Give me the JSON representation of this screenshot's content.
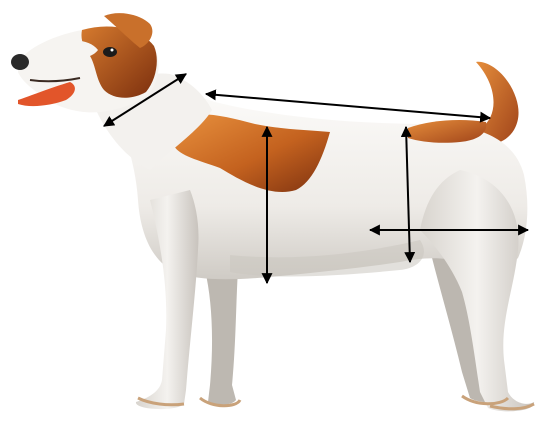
{
  "figure": {
    "subject": "dog-measurement-diagram",
    "colors": {
      "background": "#ffffff",
      "coat": "#f1efec",
      "coat_shade": "#c9c5bf",
      "patch_light": "#e08a3a",
      "patch_dark": "#8a3a12",
      "nose": "#2a2a2a",
      "tongue": "#e2552a",
      "arrow": "#000000",
      "paw_pad": "#c9a27a"
    },
    "measurement_arrows": [
      {
        "id": "neck-circumference",
        "icon": "double-headed-arrow"
      },
      {
        "id": "back-length",
        "icon": "double-headed-arrow"
      },
      {
        "id": "chest-depth",
        "icon": "double-headed-arrow"
      },
      {
        "id": "waist-depth",
        "icon": "double-headed-arrow"
      },
      {
        "id": "rear-width",
        "icon": "double-headed-arrow"
      }
    ]
  }
}
